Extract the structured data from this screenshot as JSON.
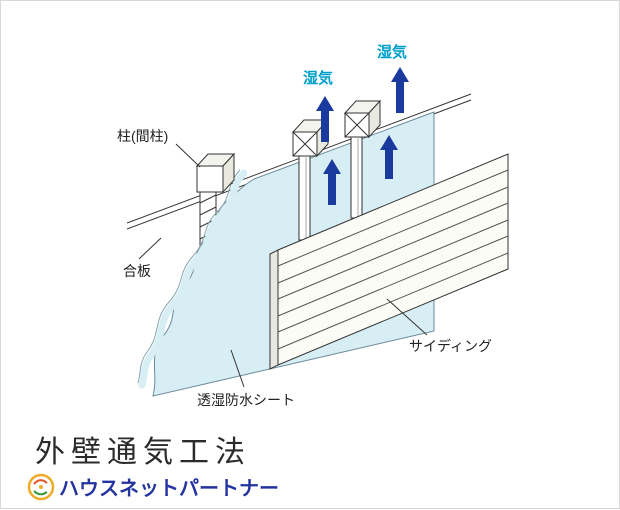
{
  "diagram": {
    "labels": {
      "pillar": "柱(間柱)",
      "plywood": "合板",
      "breathable_sheet": "透湿防水シート",
      "siding": "サイディング"
    },
    "moisture": {
      "left": "湿気",
      "right": "湿気"
    },
    "colors": {
      "sheet_fill": "#d8eef5",
      "arrow": "#1b3a9e",
      "moisture_text": "#00a0cc",
      "brand_blue": "#2433a0"
    }
  },
  "footer": {
    "title": "外壁通気工法",
    "brand": "ハウスネットパートナー"
  }
}
